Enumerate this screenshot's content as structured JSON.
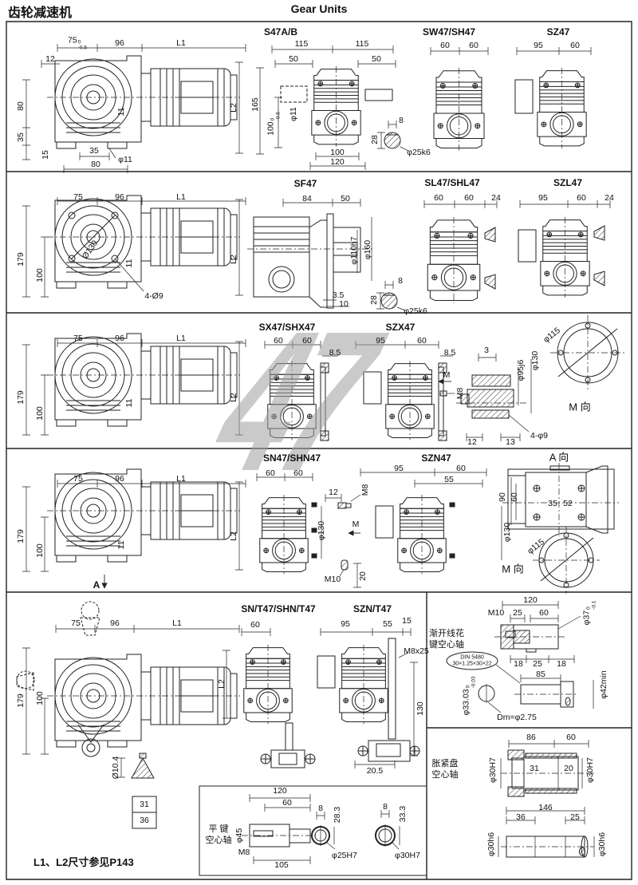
{
  "header": {
    "title_cn": "齿轮减速机",
    "title_en": "Gear Units"
  },
  "watermark": "47",
  "footer_note": "L1、L2尺寸参见P143",
  "r1": {
    "side": {
      "w75": "75",
      "w75u": "0",
      "w75d": "-0.5",
      "d12": "12",
      "w96": "96",
      "L1": "L1",
      "h80": "80",
      "h35": "35",
      "h15": "15",
      "b35": "35",
      "b80": "80",
      "phi11": "φ11",
      "k11": "11",
      "L2": "L2"
    },
    "s47": {
      "title": "S47A/B",
      "w115a": "115",
      "w115b": "115",
      "w50a": "50",
      "w50b": "50",
      "h165": "165",
      "h100": "100",
      "h100u": "0",
      "h100d": "-0.5",
      "phi11": "φ11",
      "b100": "100",
      "b120": "120"
    },
    "shaft": {
      "t8": "8",
      "h28": "28",
      "phi": "φ25k6"
    },
    "sw": {
      "title": "SW47/SH47",
      "w60a": "60",
      "w60b": "60"
    },
    "sz": {
      "title": "SZ47",
      "w95": "95",
      "w60": "60"
    }
  },
  "r2": {
    "side": {
      "w75": "75",
      "w96": "96",
      "L1": "L1",
      "h179": "179",
      "h100": "100",
      "phi130": "Ø130",
      "holes": "4-Ø9",
      "k11": "11",
      "L2": "L2"
    },
    "sf": {
      "title": "SF47",
      "w84": "84",
      "w50": "50",
      "phi110": "φ110h7",
      "phi160": "φ160",
      "d35": "3.5",
      "d10": "10"
    },
    "shaft": {
      "t8": "8",
      "h28": "28",
      "phi": "φ25k6"
    },
    "sl": {
      "title": "SL47/SHL47",
      "w60a": "60",
      "w60b": "60",
      "w24": "24"
    },
    "szl": {
      "title": "SZL47",
      "w95": "95",
      "w60": "60",
      "w24": "24"
    }
  },
  "r3": {
    "side": {
      "w75": "75",
      "w96": "96",
      "L1": "L1",
      "h179": "179",
      "h100": "100",
      "k11": "11",
      "L2": "L2"
    },
    "sx": {
      "title": "SX47/SHX47",
      "w60a": "60",
      "w60b": "60",
      "w85": "8.5"
    },
    "szx": {
      "title": "SZX47",
      "w95": "95",
      "w60": "60",
      "w85": "8.5",
      "mview": "M",
      "m8": "M8"
    },
    "sec": {
      "d3": "3",
      "phi95": "φ95j6",
      "phi130": "φ130",
      "d12": "12",
      "d13": "13",
      "holes": "4-φ9"
    },
    "mv": {
      "phi115": "φ115",
      "label": "M 向"
    }
  },
  "r4": {
    "side": {
      "w75": "75",
      "w96": "96",
      "L1": "L1",
      "h179": "179",
      "h100": "100",
      "k11": "11",
      "L2": "L2",
      "a": "A"
    },
    "sn": {
      "title": "SN47/SHN47",
      "w60a": "60",
      "w60b": "60",
      "d12": "12",
      "m8": "M8",
      "phi130": "φ130",
      "mview": "M",
      "m10": "M10",
      "d20": "20"
    },
    "szn": {
      "title": "SZN47",
      "w95": "95",
      "w60": "60",
      "w55": "55",
      "phi130": "φ130"
    },
    "av": {
      "label": "A 向",
      "h90": "90",
      "h60": "60",
      "d35": "35",
      "d52": "52"
    },
    "mv": {
      "phi115": "φ115",
      "label": "M 向"
    }
  },
  "r5": {
    "side": {
      "w75": "75",
      "w96": "96",
      "L1": "L1",
      "h179": "179",
      "h100": "100",
      "L2": "L2",
      "phi104": "Ø10.4",
      "d31": "31",
      "d36": "36"
    },
    "snt": {
      "title": "SN/T47/SHN/T47",
      "w60": "60"
    },
    "sznt": {
      "title": "SZN/T47",
      "w95": "95",
      "w55": "55",
      "w15": "15",
      "m8x25": "M8x25",
      "h130": "130",
      "d205": "20.5"
    },
    "key": {
      "label1": "平 键",
      "label2": "空心轴",
      "w120": "120",
      "w60": "60",
      "phi45": "φ45",
      "m8": "M8",
      "w105": "105",
      "t8a": "8",
      "h283": "28.3",
      "phi25": "φ25H7",
      "t8b": "8",
      "h333": "33.3",
      "phi30": "φ30H7"
    },
    "spline": {
      "label1": "渐开线花",
      "label2": "键空心轴",
      "w120": "120",
      "m10": "M10",
      "w25": "25",
      "w60": "60",
      "phi37": "φ37",
      "phi37u": "0",
      "phi37d": "-0.1",
      "d18a": "18",
      "d25": "25",
      "d18b": "18",
      "din1": "DIN 5480",
      "din2": "30×1.25×30×22",
      "w85": "85",
      "phi42": "φ42min",
      "phi33": "φ33.03",
      "phi33u": "0",
      "phi33d": "-0.03",
      "dm": "Dm=φ2.75"
    },
    "shrink": {
      "label1": "胀紧盘",
      "label2": "空心轴",
      "w86": "86",
      "w60": "60",
      "phi30a": "φ30H7",
      "d31": "31",
      "d20": "20",
      "phi30b": "φ30H7",
      "w146": "146",
      "w36": "36",
      "w25": "25",
      "phi30c": "φ30h6",
      "phi30d": "φ30h6"
    }
  }
}
